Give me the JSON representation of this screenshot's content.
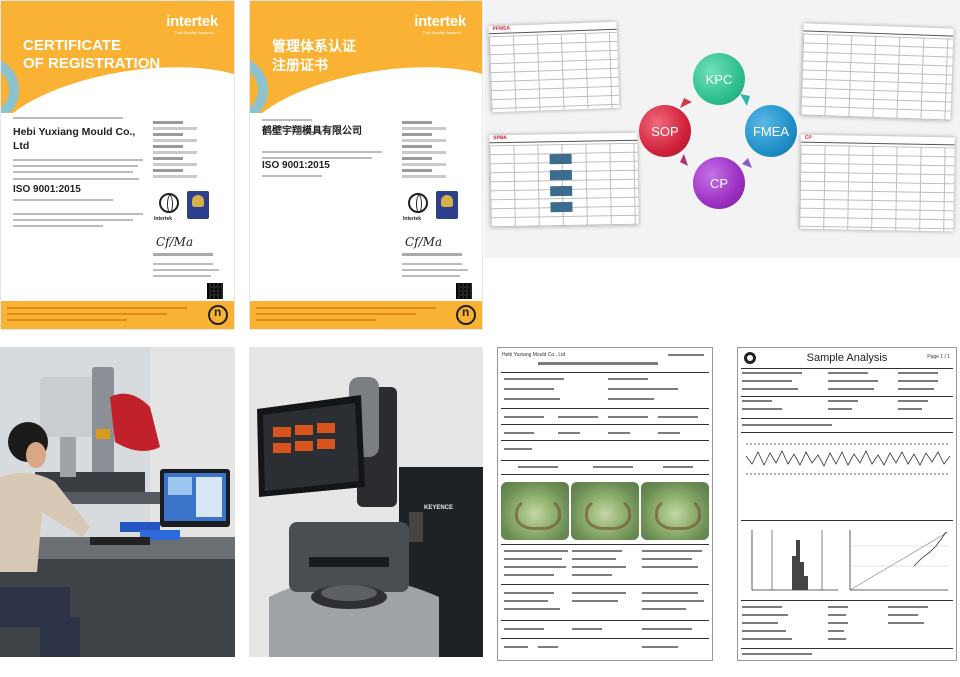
{
  "certificate_en": {
    "brand": "intertek",
    "brand_tagline": "Total Quality. Assured.",
    "title_line1": "CERTIFICATE",
    "title_line2": "OF REGISTRATION",
    "company": "Hebi Yuxiang Mould Co., Ltd",
    "standard": "ISO 9001:2015",
    "mark_label": "Intertek"
  },
  "certificate_cn": {
    "brand": "intertek",
    "brand_tagline": "Total Quality. Assured.",
    "title_line1": "管理体系认证",
    "title_line2": "注册证书",
    "company": "鹤壁宇翔模具有限公司",
    "standard": "ISO 9001:2015",
    "mark_label": "Intertek"
  },
  "quality_cycle": {
    "nodes": [
      {
        "label": "KPC",
        "color": "#2ebf8f"
      },
      {
        "label": "FMEA",
        "color": "#1f8fc7"
      },
      {
        "label": "CP",
        "color": "#9b2fc2"
      },
      {
        "label": "SOP",
        "color": "#d2213c"
      }
    ],
    "arrow_color": "#2bb6a6",
    "documents": [
      {
        "code": "PFMEA"
      },
      {
        "code": "SPBK"
      },
      {
        "code": ""
      },
      {
        "code": "CP"
      }
    ]
  },
  "photos": {
    "measuring_machine_brand": "KEYENCE"
  },
  "metallography_report": {
    "header_left": "Hebi Yuxiang Mould Co., Ltd"
  },
  "sample_analysis": {
    "title": "Sample Analysis",
    "page": "Page 1 / 1"
  }
}
